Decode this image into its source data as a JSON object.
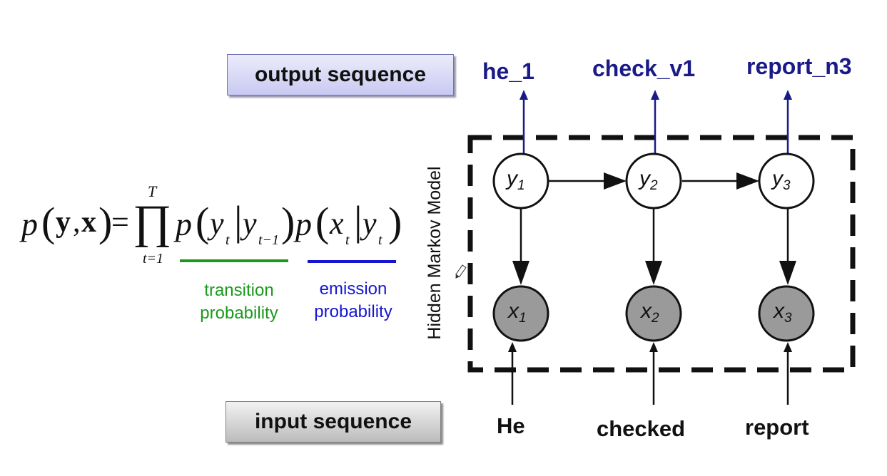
{
  "output_box": {
    "label": "output sequence"
  },
  "input_box": {
    "label": "input sequence"
  },
  "formula": {
    "p": "p",
    "y": "y",
    "comma": ",",
    "x": "x",
    "equals": "=",
    "product": "∏",
    "upper": "T",
    "lower": "t=1",
    "sub_t": "t",
    "sub_t_minus_1": "t−1",
    "bar": "|"
  },
  "transition": {
    "line1": "transition",
    "line2": "probability",
    "color": "#1a9a1a"
  },
  "emission": {
    "line1": "emission",
    "line2": "probability",
    "color": "#1515d0"
  },
  "model_label": "Hidden Markov Model",
  "outputs": [
    "he_1",
    "check_v1",
    "report_n3"
  ],
  "inputs": [
    "He",
    "checked",
    "report"
  ],
  "hidden_states": [
    {
      "name": "y",
      "sub": "1"
    },
    {
      "name": "y",
      "sub": "2"
    },
    {
      "name": "y",
      "sub": "3"
    }
  ],
  "observed_states": [
    {
      "name": "x",
      "sub": "1"
    },
    {
      "name": "x",
      "sub": "2"
    },
    {
      "name": "x",
      "sub": "3"
    }
  ],
  "colors": {
    "output_text": "#1a1a88",
    "emission_arrow": "#1a1a88",
    "observed_fill": "#9a9a9a",
    "hidden_fill": "#ffffff"
  }
}
